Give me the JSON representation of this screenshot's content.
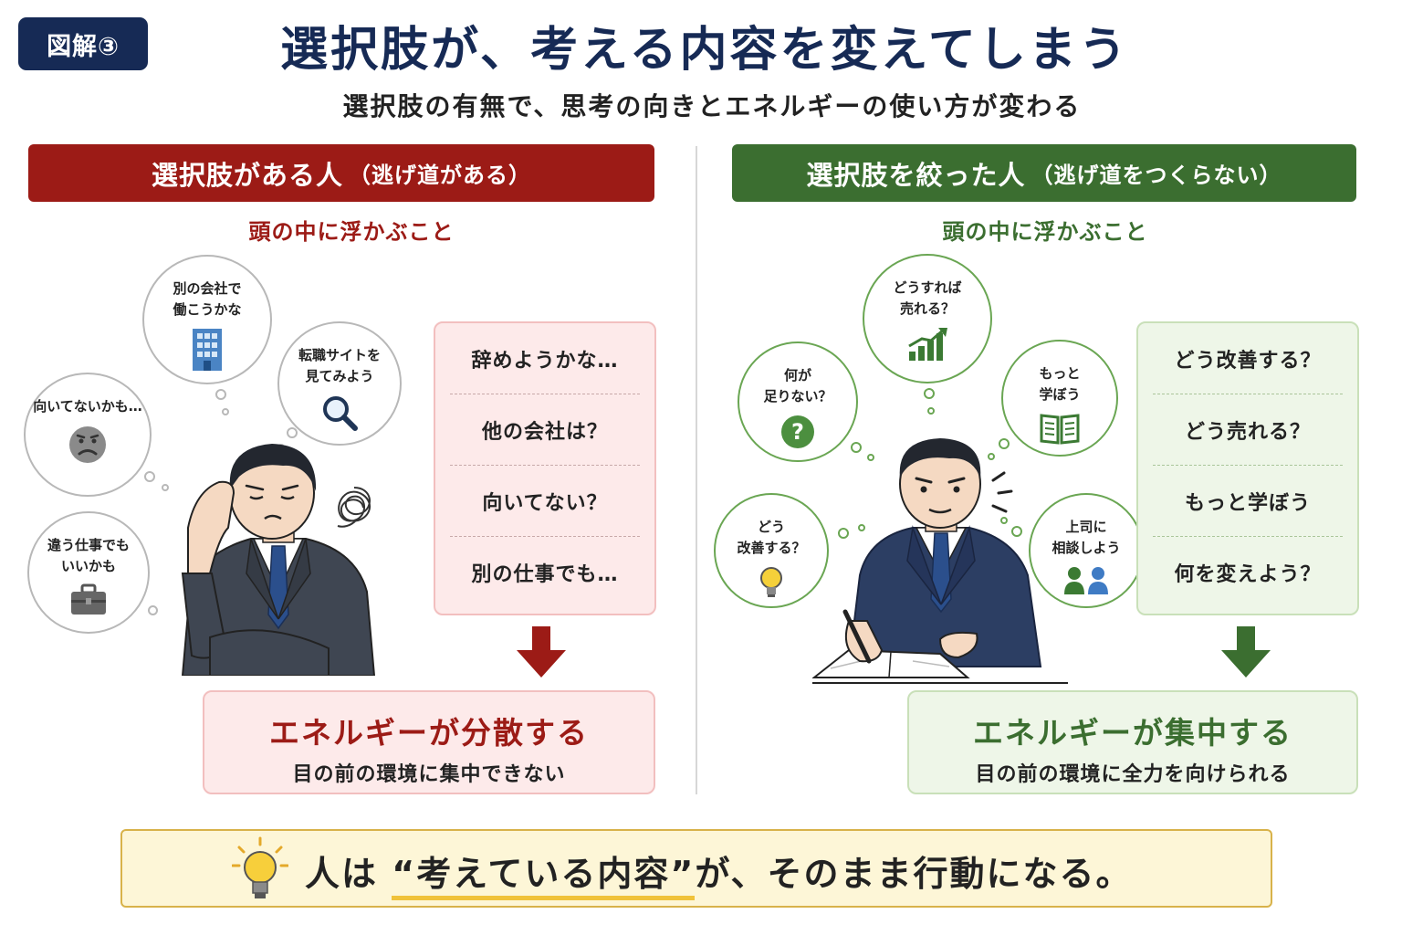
{
  "badge": "図解③",
  "title": "選択肢が、考える内容を変えてしまう",
  "subtitle": "選択肢の有無で、思考の向きとエネルギーの使い方が変わる",
  "left": {
    "header_main": "選択肢がある人",
    "header_sub": "（逃げ道がある）",
    "section_label": "頭の中に浮かぶこと",
    "bubbles": [
      {
        "text": "別の会社で\n働こうかな",
        "icon": "building-icon"
      },
      {
        "text": "転職サイトを\n見てみよう",
        "icon": "magnifier-icon"
      },
      {
        "text": "向いてないかも…",
        "icon": "sad-face-icon"
      },
      {
        "text": "違う仕事でも\nいいかも",
        "icon": "briefcase-icon"
      }
    ],
    "list": [
      "辞めようかな…",
      "他の会社は？",
      "向いてない？",
      "別の仕事でも…"
    ],
    "result_head": "エネルギーが分散する",
    "result_sub": "目の前の環境に集中できない",
    "colors": {
      "primary": "#9c1b16",
      "box_bg": "#fdeaea"
    }
  },
  "right": {
    "header_main": "選択肢を絞った人",
    "header_sub": "（逃げ道をつくらない）",
    "section_label": "頭の中に浮かぶこと",
    "bubbles": [
      {
        "text": "どうすれば\n売れる？",
        "icon": "growth-chart-icon"
      },
      {
        "text": "何が\n足りない？",
        "icon": "question-icon"
      },
      {
        "text": "もっと\n学ぼう",
        "icon": "book-icon"
      },
      {
        "text": "どう\n改善する？",
        "icon": "lightbulb-icon"
      },
      {
        "text": "上司に\n相談しよう",
        "icon": "people-icon"
      }
    ],
    "list": [
      "どう改善する？",
      "どう売れる？",
      "もっと学ぼう",
      "何を変えよう？"
    ],
    "result_head": "エネルギーが集中する",
    "result_sub": "目の前の環境に全力を向けられる",
    "colors": {
      "primary": "#3b6e30",
      "box_bg": "#eef6e8"
    }
  },
  "bottom": {
    "before": "人は",
    "highlight": "“考えている内容”",
    "after": "が、そのまま行動になる。",
    "icon": "lightbulb-icon",
    "accent": "#d8b24a"
  }
}
